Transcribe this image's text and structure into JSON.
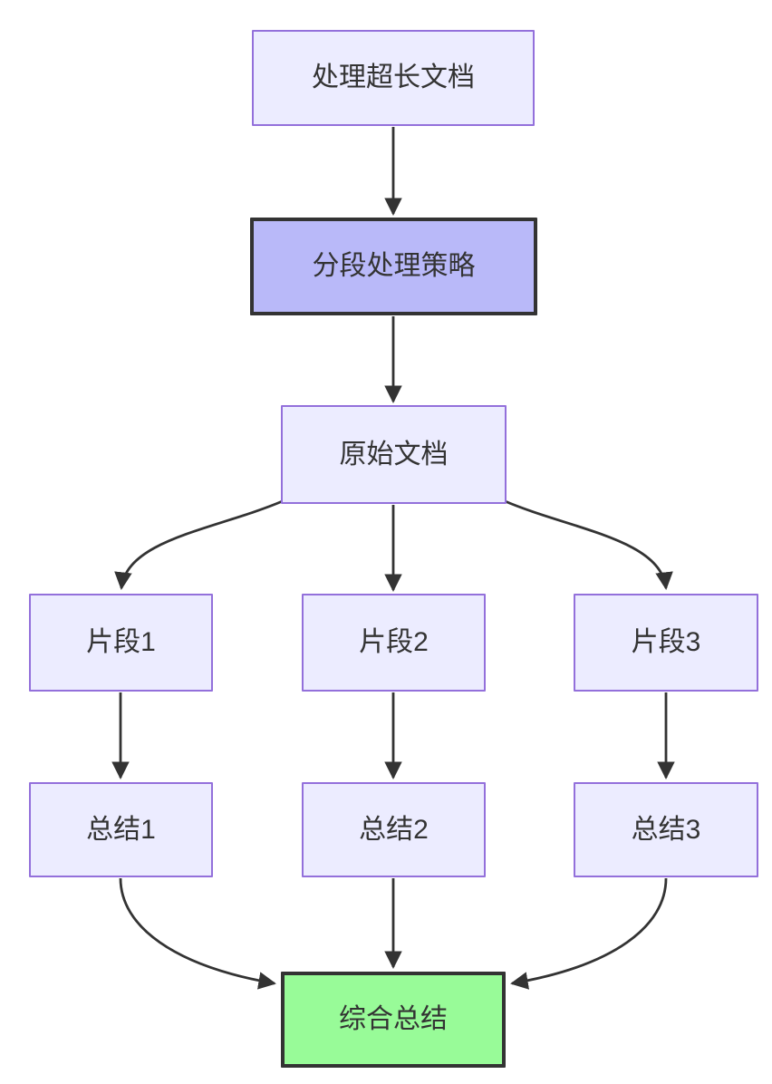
{
  "diagram": {
    "type": "flowchart",
    "direction": "top-down",
    "nodes": [
      {
        "id": "A",
        "label": "处理超长文档",
        "style": "default"
      },
      {
        "id": "B",
        "label": "分段处理策略",
        "style": "highlight"
      },
      {
        "id": "C",
        "label": "原始文档",
        "style": "default"
      },
      {
        "id": "D1",
        "label": "片段1",
        "style": "default"
      },
      {
        "id": "D2",
        "label": "片段2",
        "style": "default"
      },
      {
        "id": "D3",
        "label": "片段3",
        "style": "default"
      },
      {
        "id": "E1",
        "label": "总结1",
        "style": "default"
      },
      {
        "id": "E2",
        "label": "总结2",
        "style": "default"
      },
      {
        "id": "E3",
        "label": "总结3",
        "style": "default"
      },
      {
        "id": "F",
        "label": "综合总结",
        "style": "success"
      }
    ],
    "edges": [
      {
        "from": "A",
        "to": "B"
      },
      {
        "from": "B",
        "to": "C"
      },
      {
        "from": "C",
        "to": "D1"
      },
      {
        "from": "C",
        "to": "D2"
      },
      {
        "from": "C",
        "to": "D3"
      },
      {
        "from": "D1",
        "to": "E1"
      },
      {
        "from": "D2",
        "to": "E2"
      },
      {
        "from": "D3",
        "to": "E3"
      },
      {
        "from": "E1",
        "to": "F"
      },
      {
        "from": "E2",
        "to": "F"
      },
      {
        "from": "E3",
        "to": "F"
      }
    ],
    "colors": {
      "canvas_bg": "#ffffff",
      "node_fill": "#ECECFF",
      "node_border": "#9370DB",
      "highlight_fill": "#B9B9F9",
      "highlight_border": "#333333",
      "success_fill": "#98FB98",
      "success_border": "#333333",
      "edge_color": "#333333",
      "text_color": "#333333"
    }
  }
}
